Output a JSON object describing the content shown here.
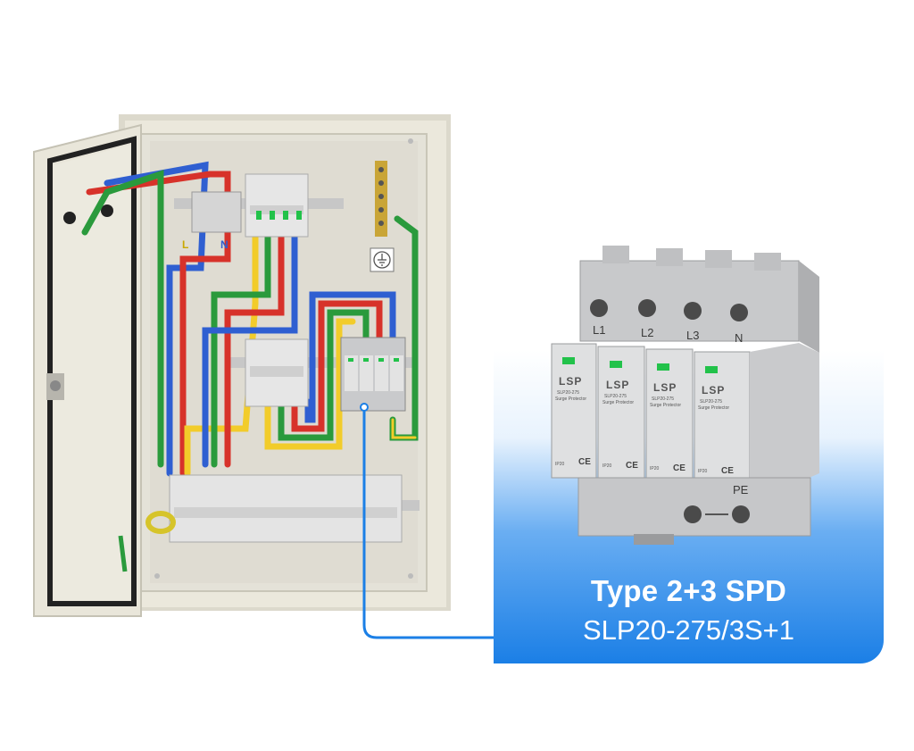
{
  "callout": {
    "title": "Type 2+3 SPD",
    "model": "SLP20-275/3S+1"
  },
  "enclosure": {
    "line_label": "L",
    "neutral_label": "N",
    "earth_symbol": "earth-ground-icon"
  },
  "spd_module": {
    "terminal_labels": [
      "L1",
      "L2",
      "L3",
      "N"
    ],
    "pe_label": "PE",
    "brand": "LSP",
    "model_text": "SLP20-275",
    "subtitle": "Surge Protector",
    "ip_rating": "IP20",
    "cert_mark": "CE",
    "status_color": "#22c24a"
  },
  "colors": {
    "accent_blue": "#1b7fe6",
    "wire_red": "#d7322a",
    "wire_yellow": "#f2cc2a",
    "wire_green": "#2a9a3c",
    "wire_blue": "#2f5fd1",
    "cabinet": "#e7e4d8"
  }
}
